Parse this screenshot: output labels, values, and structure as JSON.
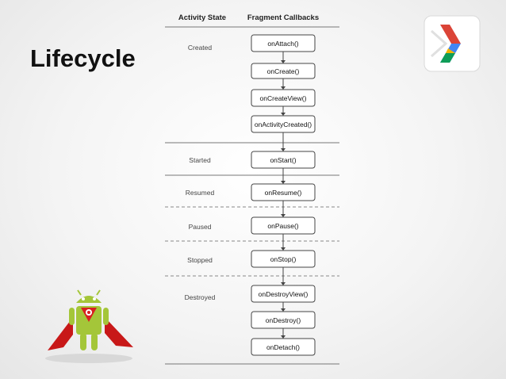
{
  "slide": {
    "title": "Lifecycle"
  },
  "diagram": {
    "headers": {
      "left": "Activity State",
      "right": "Fragment Callbacks"
    },
    "states": [
      "Created",
      "Started",
      "Resumed",
      "Paused",
      "Stopped",
      "Destroyed"
    ],
    "callbacks": [
      "onAttach()",
      "onCreate()",
      "onCreateView()",
      "onActivityCreated()",
      "onStart()",
      "onResume()",
      "onPause()",
      "onStop()",
      "onDestroyView()",
      "onDestroy()",
      "onDetach()"
    ]
  },
  "icons": {
    "logo": "developers-chevron-logo",
    "mascot": "android-superhero-mascot"
  },
  "colors": {
    "logo_red": "#db4437",
    "logo_blue": "#4285f4",
    "logo_green": "#0f9d58",
    "logo_yellow": "#f4b400",
    "android_green": "#a4c639",
    "cape_red": "#d82020"
  }
}
